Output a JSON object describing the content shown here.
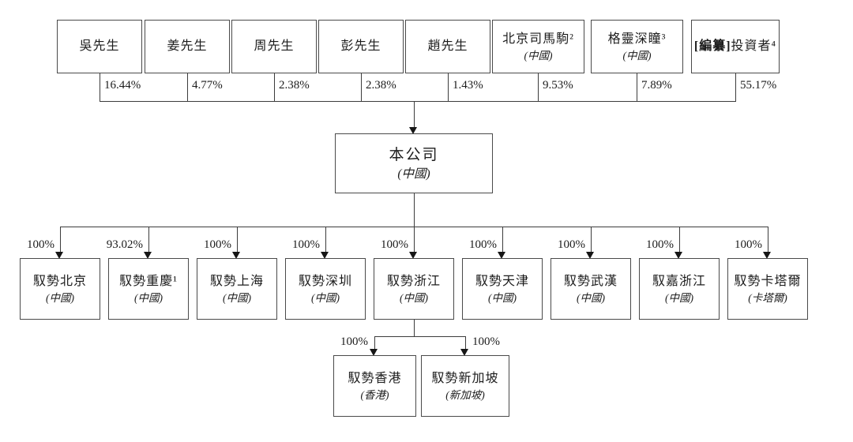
{
  "chart_data": {
    "type": "org-structure",
    "title": "",
    "company": {
      "name": "本公司",
      "region": "(中國)"
    },
    "shareholders": [
      {
        "name": "吳先生",
        "region": "",
        "pct": "16.44%"
      },
      {
        "name": "姜先生",
        "region": "",
        "pct": "4.77%"
      },
      {
        "name": "周先生",
        "region": "",
        "pct": "2.38%"
      },
      {
        "name": "彭先生",
        "region": "",
        "pct": "2.38%"
      },
      {
        "name": "趙先生",
        "region": "",
        "pct": "1.43%"
      },
      {
        "name": "北京司馬駒²",
        "region": "(中國)",
        "pct": "9.53%"
      },
      {
        "name": "格靈深瞳³",
        "region": "(中國)",
        "pct": "7.89%"
      },
      {
        "name_bold": "[編纂]",
        "name": "投資者⁴",
        "region": "",
        "pct": "55.17%"
      }
    ],
    "subsidiaries": [
      {
        "name": "馭勢北京",
        "region": "(中國)",
        "pct": "100%"
      },
      {
        "name": "馭勢重慶¹",
        "region": "(中國)",
        "pct": "93.02%"
      },
      {
        "name": "馭勢上海",
        "region": "(中國)",
        "pct": "100%"
      },
      {
        "name": "馭勢深圳",
        "region": "(中國)",
        "pct": "100%"
      },
      {
        "name": "馭勢浙江",
        "region": "(中國)",
        "pct": "100%"
      },
      {
        "name": "馭勢天津",
        "region": "(中國)",
        "pct": "100%"
      },
      {
        "name": "馭勢武漢",
        "region": "(中國)",
        "pct": "100%"
      },
      {
        "name": "馭嘉浙江",
        "region": "(中國)",
        "pct": "100%"
      },
      {
        "name": "馭勢卡塔爾",
        "region": "(卡塔爾)",
        "pct": "100%"
      }
    ],
    "sub_subsidiaries": [
      {
        "name": "馭勢香港",
        "region": "(香港)",
        "pct": "100%"
      },
      {
        "name": "馭勢新加坡",
        "region": "(新加坡)",
        "pct": "100%"
      }
    ]
  }
}
